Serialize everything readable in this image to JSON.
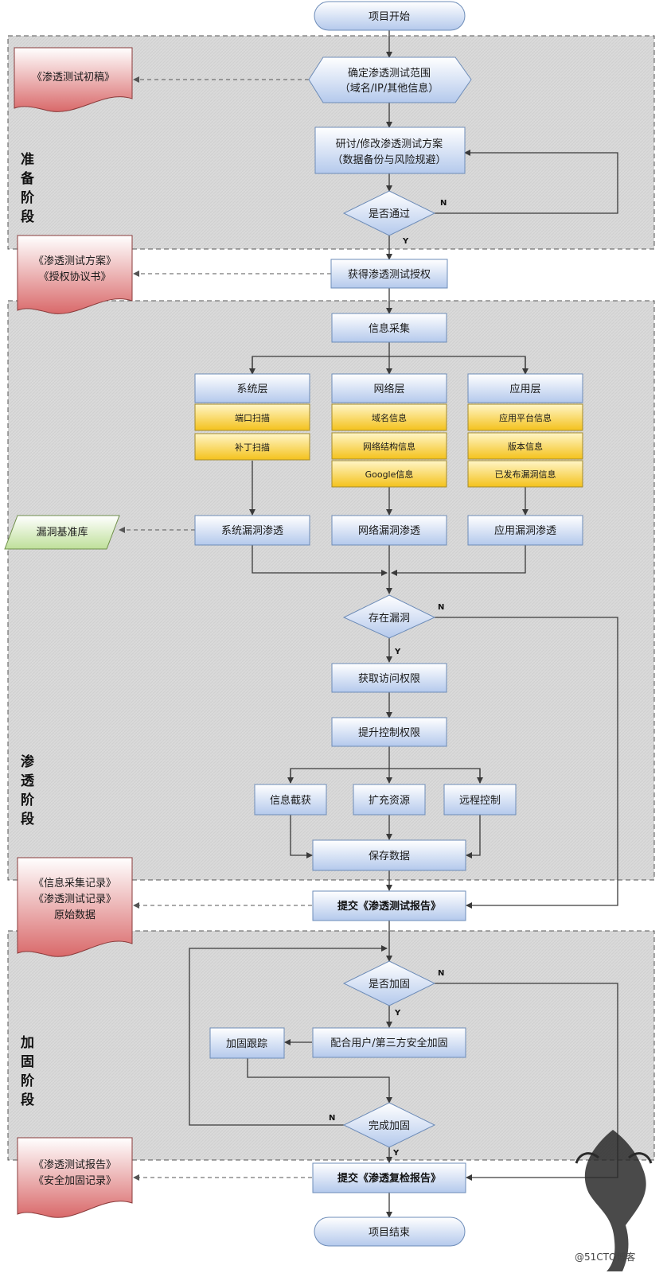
{
  "flow": {
    "start": "项目开始",
    "end": "项目结束",
    "scope_line1": "确定渗透测试范围",
    "scope_line2": "（域名/IP/其他信息）",
    "plan_line1": "研讨/修改渗透测试方案",
    "plan_line2": "（数据备份与风险规避）",
    "approve": "是否通过",
    "authorize": "获得渗透测试授权",
    "collect": "信息采集",
    "sys_layer": "系统层",
    "net_layer": "网络层",
    "app_layer": "应用层",
    "sys_items": [
      "端口扫描",
      "补丁扫描"
    ],
    "net_items": [
      "域名信息",
      "网络结构信息",
      "Google信息"
    ],
    "app_items": [
      "应用平台信息",
      "版本信息",
      "已发布漏洞信息"
    ],
    "sys_vuln": "系统漏洞渗透",
    "net_vuln": "网络漏洞渗透",
    "app_vuln": "应用漏洞渗透",
    "vuln_db": "漏洞基准库",
    "has_vuln": "存在漏洞",
    "get_access": "获取访问权限",
    "escalate": "提升控制权限",
    "intercept": "信息截获",
    "expand": "扩充资源",
    "remote": "远程控制",
    "save_data": "保存数据",
    "submit_report": "提交《渗透测试报告》",
    "harden_q": "是否加固",
    "cooperate": "配合用户/第三方安全加固",
    "track": "加固跟踪",
    "done_q": "完成加固",
    "submit_recheck": "提交《渗透复检报告》"
  },
  "docs": {
    "draft": "《渗透测试初稿》",
    "plan": "《渗透测试方案》",
    "agreement": "《授权协议书》",
    "collect_record": "《信息采集记录》",
    "test_record": "《渗透测试记录》",
    "raw_data": "原始数据",
    "test_report": "《渗透测试报告》",
    "harden_record": "《安全加固记录》"
  },
  "phases": {
    "prep": [
      "准",
      "备",
      "阶",
      "段"
    ],
    "pen": [
      "渗",
      "透",
      "阶",
      "段"
    ],
    "harden": [
      "加",
      "固",
      "阶",
      "段"
    ]
  },
  "labels": {
    "yes": "Y",
    "no": "N"
  },
  "watermark": "@51CTO博客",
  "colors": {
    "box_top": "#ffffff",
    "box_bottom": "#b4c9ec",
    "yellow_top": "#fff6c8",
    "yellow_bottom": "#f4c21c",
    "doc_top": "#ffffff",
    "doc_bottom": "#d9696a",
    "para_top": "#ffffff",
    "para_bottom": "#bfe09a",
    "phase_bg": "#d9d9d9"
  }
}
